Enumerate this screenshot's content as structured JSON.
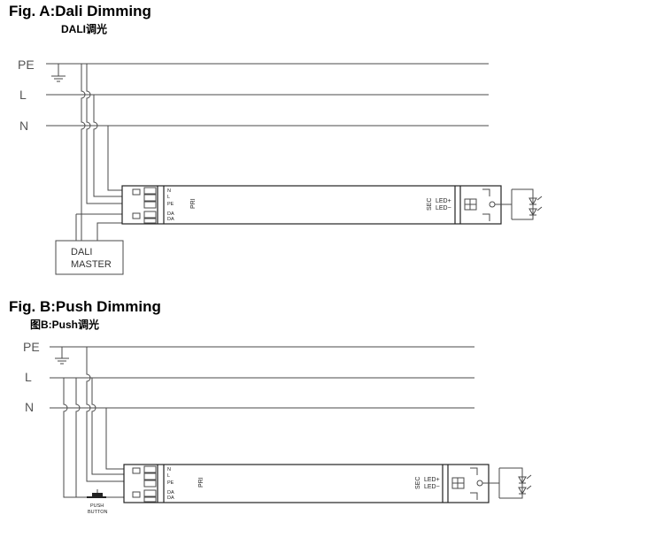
{
  "fig_a": {
    "title": "Fig. A:Dali Dimming",
    "subtitle": "DALI调光",
    "lines": {
      "pe": "PE",
      "l": "L",
      "n": "N"
    },
    "terminals": {
      "n": "N",
      "l": "L",
      "pe": "PE",
      "da1": "DA",
      "da2": "DA"
    },
    "pri": "PRI",
    "sec": "SEC",
    "led_plus": "LED+",
    "led_minus": "LED−",
    "master_line1": "DALI",
    "master_line2": "MASTER"
  },
  "fig_b": {
    "title": "Fig. B:Push Dimming",
    "subtitle": "图B:Push调光",
    "lines": {
      "pe": "PE",
      "l": "L",
      "n": "N"
    },
    "terminals": {
      "n": "N",
      "l": "L",
      "pe": "PE",
      "da1": "DA",
      "da2": "DA"
    },
    "pri": "PRI",
    "sec": "SEC",
    "led_plus": "LED+",
    "led_minus": "LED−",
    "push_line1": "PUSH",
    "push_line2": "BUTTON"
  }
}
